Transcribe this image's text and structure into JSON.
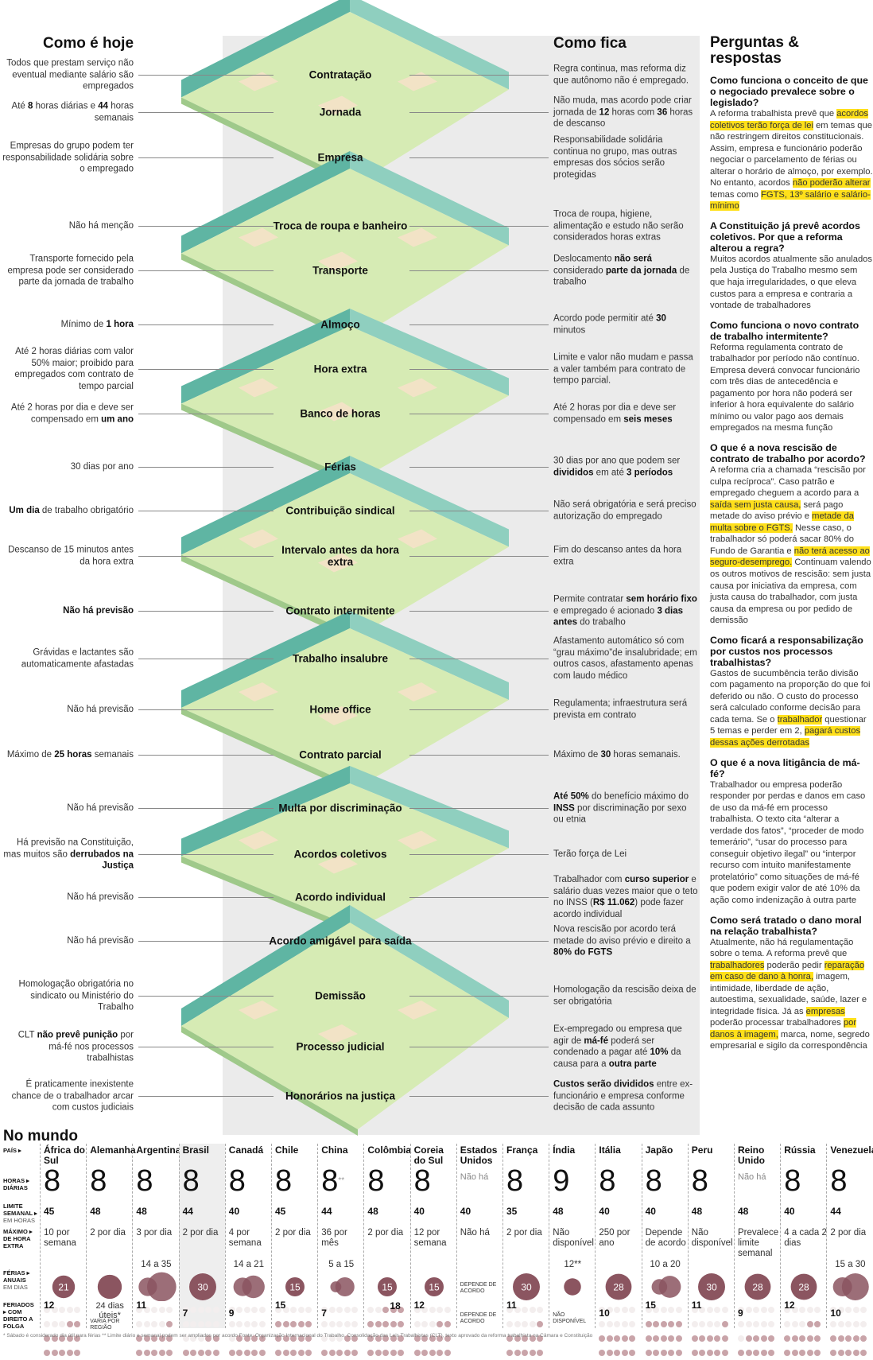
{
  "header": {
    "left_title": "Como é hoje",
    "right_title": "Como fica"
  },
  "rows": [
    {
      "left": [
        "Todos que prestam serviço não eventual mediante salário são empregados"
      ],
      "label": "Contratação",
      "right": [
        "Regra continua, mas reforma diz que autônomo não é empregado."
      ]
    },
    {
      "left": [
        "Até ",
        {
          "b": "8"
        },
        " horas diárias e ",
        {
          "b": "44"
        },
        " horas semanais"
      ],
      "label": "Jornada",
      "right": [
        "Não muda, mas acordo pode criar jornada de ",
        {
          "b": "12"
        },
        " horas com ",
        {
          "b": "36"
        },
        " horas de descanso"
      ]
    },
    {
      "left": [
        "Empresas do grupo podem ter responsabilidade solidária sobre o empregado"
      ],
      "label": "Empresa",
      "right": [
        "Responsabilidade solidária continua no grupo, mas outras empresas dos sócios serão protegidas"
      ]
    },
    {
      "left": [
        "Não há menção"
      ],
      "label": "Troca de roupa e banheiro",
      "right": [
        "Troca de roupa, higiene, alimentação e estudo não serão considerados horas extras"
      ]
    },
    {
      "left": [
        "Transporte fornecido pela empresa pode ser considerado parte da jornada de trabalho"
      ],
      "label": "Transporte",
      "right": [
        "Deslocamento ",
        {
          "b": "não será"
        },
        " considerado ",
        {
          "b": "parte da jornada"
        },
        " de trabalho"
      ]
    },
    {
      "left": [
        "Mínimo de ",
        {
          "b": "1 hora"
        }
      ],
      "label": "Almoço",
      "right": [
        "Acordo pode permitir até ",
        {
          "b": "30"
        },
        " minutos"
      ]
    },
    {
      "left": [
        "Até 2 horas diárias com valor 50% maior; proibido para empregados com contrato de tempo parcial"
      ],
      "label": "Hora extra",
      "right": [
        "Limite e valor não mudam e passa a valer também para contrato de tempo parcial."
      ]
    },
    {
      "left": [
        "Até 2 horas por dia e deve ser compensado em ",
        {
          "b": "um ano"
        }
      ],
      "label": "Banco de horas",
      "right": [
        "Até 2 horas por dia e deve ser compensado em ",
        {
          "b": "seis meses"
        }
      ]
    },
    {
      "left": [
        "30 dias por ano"
      ],
      "label": "Férias",
      "right": [
        "30 dias por ano que podem ser ",
        {
          "b": "divididos"
        },
        " em até ",
        {
          "b": "3 períodos"
        }
      ]
    },
    {
      "left": [
        {
          "b": "Um dia"
        },
        " de trabalho obrigatório"
      ],
      "label": "Contribuição sindical",
      "right": [
        "Não será obrigatória e será preciso autorização do empregado"
      ]
    },
    {
      "left": [
        "Descanso de 15 minutos antes da hora extra"
      ],
      "label": "Intervalo antes da hora extra",
      "right": [
        "Fim do descanso antes da hora extra"
      ]
    },
    {
      "left": [
        {
          "b": "Não há previsão"
        }
      ],
      "label": "Contrato intermitente",
      "right": [
        "Permite contratar ",
        {
          "b": "sem horário fixo"
        },
        " e empregado é acionado ",
        {
          "b": "3 dias antes"
        },
        " do trabalho"
      ]
    },
    {
      "left": [
        "Grávidas e lactantes são automaticamente afastadas"
      ],
      "label": "Trabalho insalubre",
      "right": [
        "Afastamento automático só com “grau máximo”de insalubridade; em outros casos, afastamento apenas com laudo médico"
      ]
    },
    {
      "left": [
        "Não há previsão"
      ],
      "label": "Home office",
      "right": [
        "Regulamenta; infraestrutura será prevista em contrato"
      ]
    },
    {
      "left": [
        "Máximo de ",
        {
          "b": "25 horas"
        },
        " semanais"
      ],
      "label": "Contrato parcial",
      "right": [
        "Máximo de ",
        {
          "b": "30"
        },
        " horas semanais."
      ]
    },
    {
      "left": [
        "Não há previsão"
      ],
      "label": "Multa por discriminação",
      "right": [
        {
          "b": "Até 50%"
        },
        " do benefício máximo do ",
        {
          "b": "INSS"
        },
        " por discriminação por sexo ou etnia"
      ]
    },
    {
      "left": [
        "Há previsão na Constituição, mas muitos são ",
        {
          "b": "derrubados na Justiça"
        }
      ],
      "label": "Acordos coletivos",
      "right": [
        "Terão força de Lei"
      ]
    },
    {
      "left": [
        "Não há previsão"
      ],
      "label": "Acordo individual",
      "right": [
        "Trabalhador com ",
        {
          "b": "curso superior"
        },
        " e salário duas vezes maior que o teto no INSS (",
        {
          "b": "R$ 11.062"
        },
        ") pode fazer acordo individual"
      ]
    },
    {
      "left": [
        "Não há previsão"
      ],
      "label": "Acordo amigável para saída",
      "right": [
        "Nova rescisão por acordo terá metade do aviso prévio e direito a ",
        {
          "b": "80% do FGTS"
        }
      ]
    },
    {
      "left": [
        "Homologação obrigatória no sindicato ou Ministério do Trabalho"
      ],
      "label": "Demissão",
      "right": [
        "Homologação da rescisão deixa de ser obrigatória"
      ]
    },
    {
      "left": [
        "CLT ",
        {
          "b": "não prevê punição"
        },
        " por má-fé nos processos trabalhistas"
      ],
      "label": "Processo judicial",
      "right": [
        "Ex-empregado ou empresa que agir de ",
        {
          "b": "má-fé"
        },
        " poderá ser condenado a pagar até ",
        {
          "b": "10%"
        },
        " da causa para a ",
        {
          "b": "outra parte"
        }
      ]
    },
    {
      "left": [
        "É praticamente inexistente chance de o trabalhador arcar com custos judiciais"
      ],
      "label": "Honorários na justiça",
      "right": [
        {
          "b": "Custos serão divididos"
        },
        " entre ex-funcionário e empresa conforme decisão de cada assunto"
      ]
    }
  ],
  "qa": {
    "title": "Perguntas & respostas",
    "items": [
      {
        "q": "Como funciona o conceito de que o negociado prevalece sobre o legislado?",
        "a": [
          "A reforma trabalhista prevê que ",
          {
            "h": "acordos coletivos terão força de lei"
          },
          " em temas que não restringem direitos constitucionais. Assim, empresa e funcionário poderão negociar o parcelamento de férias ou alterar o horário de almoço, por exemplo. No entanto, acordos ",
          {
            "h": "não poderão alterar"
          },
          " temas como ",
          {
            "h": "FGTS, 13º salário e salário-mínimo"
          }
        ]
      },
      {
        "q": "A Constituição já prevê acordos coletivos. Por que a reforma alterou a regra?",
        "a": [
          "Muitos acordos atualmente são anulados pela Justiça do Trabalho mesmo sem que haja irregularidades, o que eleva custos para a empresa e contraria a vontade de trabalhadores"
        ]
      },
      {
        "q": "Como funciona o novo contrato de trabalho intermitente?",
        "a": [
          "Reforma regulamenta contrato de trabalhador por período não contínuo. Empresa deverá convocar funcionário com três dias de antecedência e pagamento por hora não poderá ser inferior à hora equivalente do salário mínimo ou valor pago aos demais empregados na mesma função"
        ]
      },
      {
        "q": "O que é a nova rescisão de contrato de trabalho por acordo?",
        "a": [
          "A reforma cria a chamada “rescisão por culpa recíproca”. Caso patrão e empregado cheguem a acordo para a ",
          {
            "h": "saída sem justa causa,"
          },
          " será pago metade do aviso prévio e ",
          {
            "h": "metade da multa sobre o FGTS."
          },
          " Nesse caso, o trabalhador só poderá sacar 80% do Fundo de Garantia e ",
          {
            "h": "não terá acesso ao seguro-desemprego."
          },
          " Continuam valendo os outros motivos de rescisão: sem justa causa por iniciativa da empresa, com justa causa do trabalhador, com justa causa da empresa ou por pedido de demissão"
        ]
      },
      {
        "q": "Como ficará a responsabilização por custos nos processos trabalhistas?",
        "a": [
          "Gastos de sucumbência terão divisão com pagamento na proporção do que foi deferido ou não. O custo do processo será calculado conforme decisão para cada tema. Se o ",
          {
            "h": "trabalhador"
          },
          " questionar 5 temas e perder em 2, ",
          {
            "h": "pagará custos dessas ações derrotadas"
          }
        ]
      },
      {
        "q": "O que é a nova litigância de má-fé?",
        "a": [
          "Trabalhador ou empresa poderão responder por perdas e danos em caso de uso da má-fé em processo trabalhista. O texto cita “alterar a verdade dos fatos”, “proceder de modo temerário”, “usar do processo para conseguir objetivo ilegal” ou “interpor recurso com intuito manifestamente protelatório” como situações de má-fé que podem exigir valor de até 10% da ação como indenização à outra parte"
        ]
      },
      {
        "q": "Como será tratado o dano moral na relação trabalhista?",
        "a": [
          "Atualmente, não há regulamentação sobre o tema. A reforma prevê que ",
          {
            "h": "trabalhadores"
          },
          " poderão pedir ",
          {
            "h": "reparação em caso de dano à honra,"
          },
          " imagem, intimidade, liberdade de ação, autoestima, sexualidade, saúde, lazer e integridade física. Já as ",
          {
            "h": "empresas"
          },
          " poderão processar trabalhadores ",
          {
            "h": "por danos à imagem,"
          },
          " marca, nome, segredo empresarial e sigilo da correspondência"
        ]
      }
    ]
  },
  "world": {
    "title": "No mundo",
    "row_labels": {
      "country": "PAÍS ▸",
      "hours": "HORAS ▸ DIÁRIAS",
      "weekly": "LIMITE SEMANAL ▸",
      "weekly_unit": "EM HORAS",
      "overtime": "MÁXIMO ▸ DE HORA EXTRA",
      "vacation": "FÉRIAS ▸ ANUAIS",
      "vacation_unit": "EM DIAS",
      "holidays": "FERIADOS ▸ COM DIREITO A FOLGA"
    },
    "colors": {
      "circle": "#8b5560",
      "dot": "#c9a4a9"
    },
    "countries": [
      {
        "name": "África do Sul",
        "hours": "8",
        "weekly": "45",
        "overtime": "10 por semana",
        "vac": {
          "days": [
            21
          ],
          "inside": "21"
        },
        "hol": {
          "n": "12",
          "v": 12
        }
      },
      {
        "name": "Alemanha",
        "hours": "8",
        "weekly": "48",
        "overtime": "2 por dia",
        "vac": {
          "days": [
            24
          ],
          "below": "24 dias úteis*"
        },
        "hol": {
          "text": "VARIA POR REGIÃO"
        }
      },
      {
        "name": "Argentina",
        "hours": "8",
        "weekly": "48",
        "overtime": "3 por dia",
        "vac": {
          "days": [
            14,
            35
          ],
          "above": "14 a 35"
        },
        "hol": {
          "n": "11",
          "v": 11
        }
      },
      {
        "name": "Brasil",
        "hours": "8",
        "weekly": "44",
        "overtime": "2 por dia",
        "vac": {
          "days": [
            30
          ],
          "inside": "30"
        },
        "hol": {
          "n": "7",
          "v": 7
        },
        "highlight": true
      },
      {
        "name": "Canadá",
        "hours": "8",
        "weekly": "40",
        "overtime": "4 por semana",
        "vac": {
          "days": [
            14,
            21
          ],
          "above": "14 a 21"
        },
        "hol": {
          "n": "9",
          "v": 9
        }
      },
      {
        "name": "Chile",
        "hours": "8",
        "weekly": "45",
        "overtime": "2 por dia",
        "vac": {
          "days": [
            15
          ],
          "inside": "15"
        },
        "hol": {
          "n": "15",
          "v": 15
        }
      },
      {
        "name": "China",
        "hours": "8",
        "hours_note": "**",
        "weekly": "44",
        "overtime": "36 por mês",
        "vac": {
          "days": [
            5,
            15
          ],
          "above": "5 a 15"
        },
        "hol": {
          "n": "7",
          "v": 7
        }
      },
      {
        "name": "Colômbia",
        "hours": "8",
        "weekly": "48",
        "overtime": "2 por dia",
        "vac": {
          "days": [
            15
          ],
          "inside": "15"
        },
        "hol": {
          "n": "18",
          "v": 18
        }
      },
      {
        "name": "Coreia do Sul",
        "hours": "8",
        "weekly": "40",
        "overtime": "12 por semana",
        "vac": {
          "days": [
            15
          ],
          "inside": "15"
        },
        "hol": {
          "n": "12",
          "v": 12
        }
      },
      {
        "name": "Estados Unidos",
        "hours": "Não há",
        "weekly": "40",
        "overtime": "Não há",
        "vac": {
          "text": "DEPENDE DE ACORDO"
        },
        "hol": {
          "text": "DEPENDE DE ACORDO"
        }
      },
      {
        "name": "França",
        "hours": "8",
        "weekly": "35",
        "overtime": "2 por dia",
        "vac": {
          "days": [
            30
          ],
          "inside": "30"
        },
        "hol": {
          "n": "11",
          "v": 11
        }
      },
      {
        "name": "Índia",
        "hours": "9",
        "weekly": "48",
        "overtime": "Não disponível",
        "vac": {
          "days": [
            12
          ],
          "above": "12**"
        },
        "hol": {
          "text": "NÃO DISPONÍVEL"
        }
      },
      {
        "name": "Itália",
        "hours": "8",
        "weekly": "40",
        "overtime": "250 por ano",
        "vac": {
          "days": [
            28
          ],
          "inside": "28"
        },
        "hol": {
          "n": "10",
          "v": 10
        }
      },
      {
        "name": "Japão",
        "hours": "8",
        "weekly": "40",
        "overtime": "Depende de acordo",
        "vac": {
          "days": [
            10,
            20
          ],
          "above": "10 a 20"
        },
        "hol": {
          "n": "15",
          "v": 15
        }
      },
      {
        "name": "Peru",
        "hours": "8",
        "weekly": "48",
        "overtime": "Não disponível",
        "vac": {
          "days": [
            30
          ],
          "inside": "30"
        },
        "hol": {
          "n": "11",
          "v": 11
        }
      },
      {
        "name": "Reino Unido",
        "hours": "Não há",
        "weekly": "48",
        "overtime": "Prevalece limite semanal",
        "vac": {
          "days": [
            28
          ],
          "inside": "28"
        },
        "hol": {
          "n": "9",
          "v": 9
        }
      },
      {
        "name": "Rússia",
        "hours": "8",
        "weekly": "40",
        "overtime": "4 a cada 2 dias",
        "vac": {
          "days": [
            28
          ],
          "inside": "28"
        },
        "hol": {
          "n": "12",
          "v": 12
        }
      },
      {
        "name": "Venezuela",
        "hours": "8",
        "weekly": "44",
        "overtime": "2 por dia",
        "vac": {
          "days": [
            15,
            30
          ],
          "above": "15 a 30"
        },
        "hol": {
          "n": "10",
          "v": 10
        }
      }
    ],
    "footnote": "* Sábado é considerado dia útil para férias    ** Limite diário e semanal podem ser ampliados por acordo    Fonte: Organização Internacional do Trabalho, Consolidação das Leis Trabalhistas (CLT), texto aprovado da reforma trabalhista na Câmara e Constituição"
  }
}
